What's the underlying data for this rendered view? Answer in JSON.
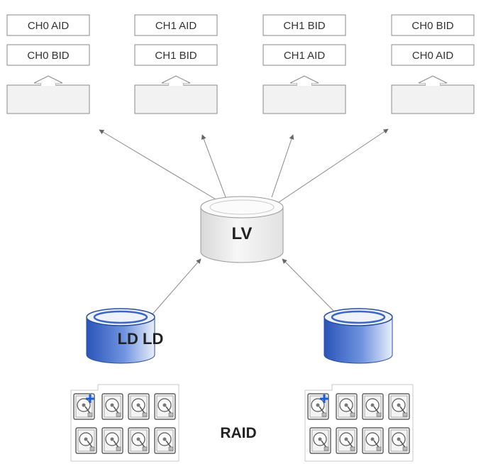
{
  "hosts": [
    {
      "top_label": "CH0 AID",
      "bottom_label": "CH0 BID"
    },
    {
      "top_label": "CH1 AID",
      "bottom_label": "CH1 BID"
    },
    {
      "top_label": "CH1 BID",
      "bottom_label": "CH1 AID"
    },
    {
      "top_label": "CH0 BID",
      "bottom_label": "CH0 AID"
    }
  ],
  "lv": {
    "label": "LV"
  },
  "ld": {
    "label": "LD LD"
  },
  "raid": {
    "label": "RAID"
  },
  "icons": {
    "spare_disk": "hard-disk-plus-icon",
    "disk": "hard-disk-icon",
    "host_arrow": "up-arrow-icon"
  },
  "colors": {
    "box_border": "#8a8a8a",
    "box_fill": "#f2f2f2",
    "ld_blue": "#2f5fc4",
    "spare_plus": "#1a5bd8",
    "arrow": "#666666"
  }
}
